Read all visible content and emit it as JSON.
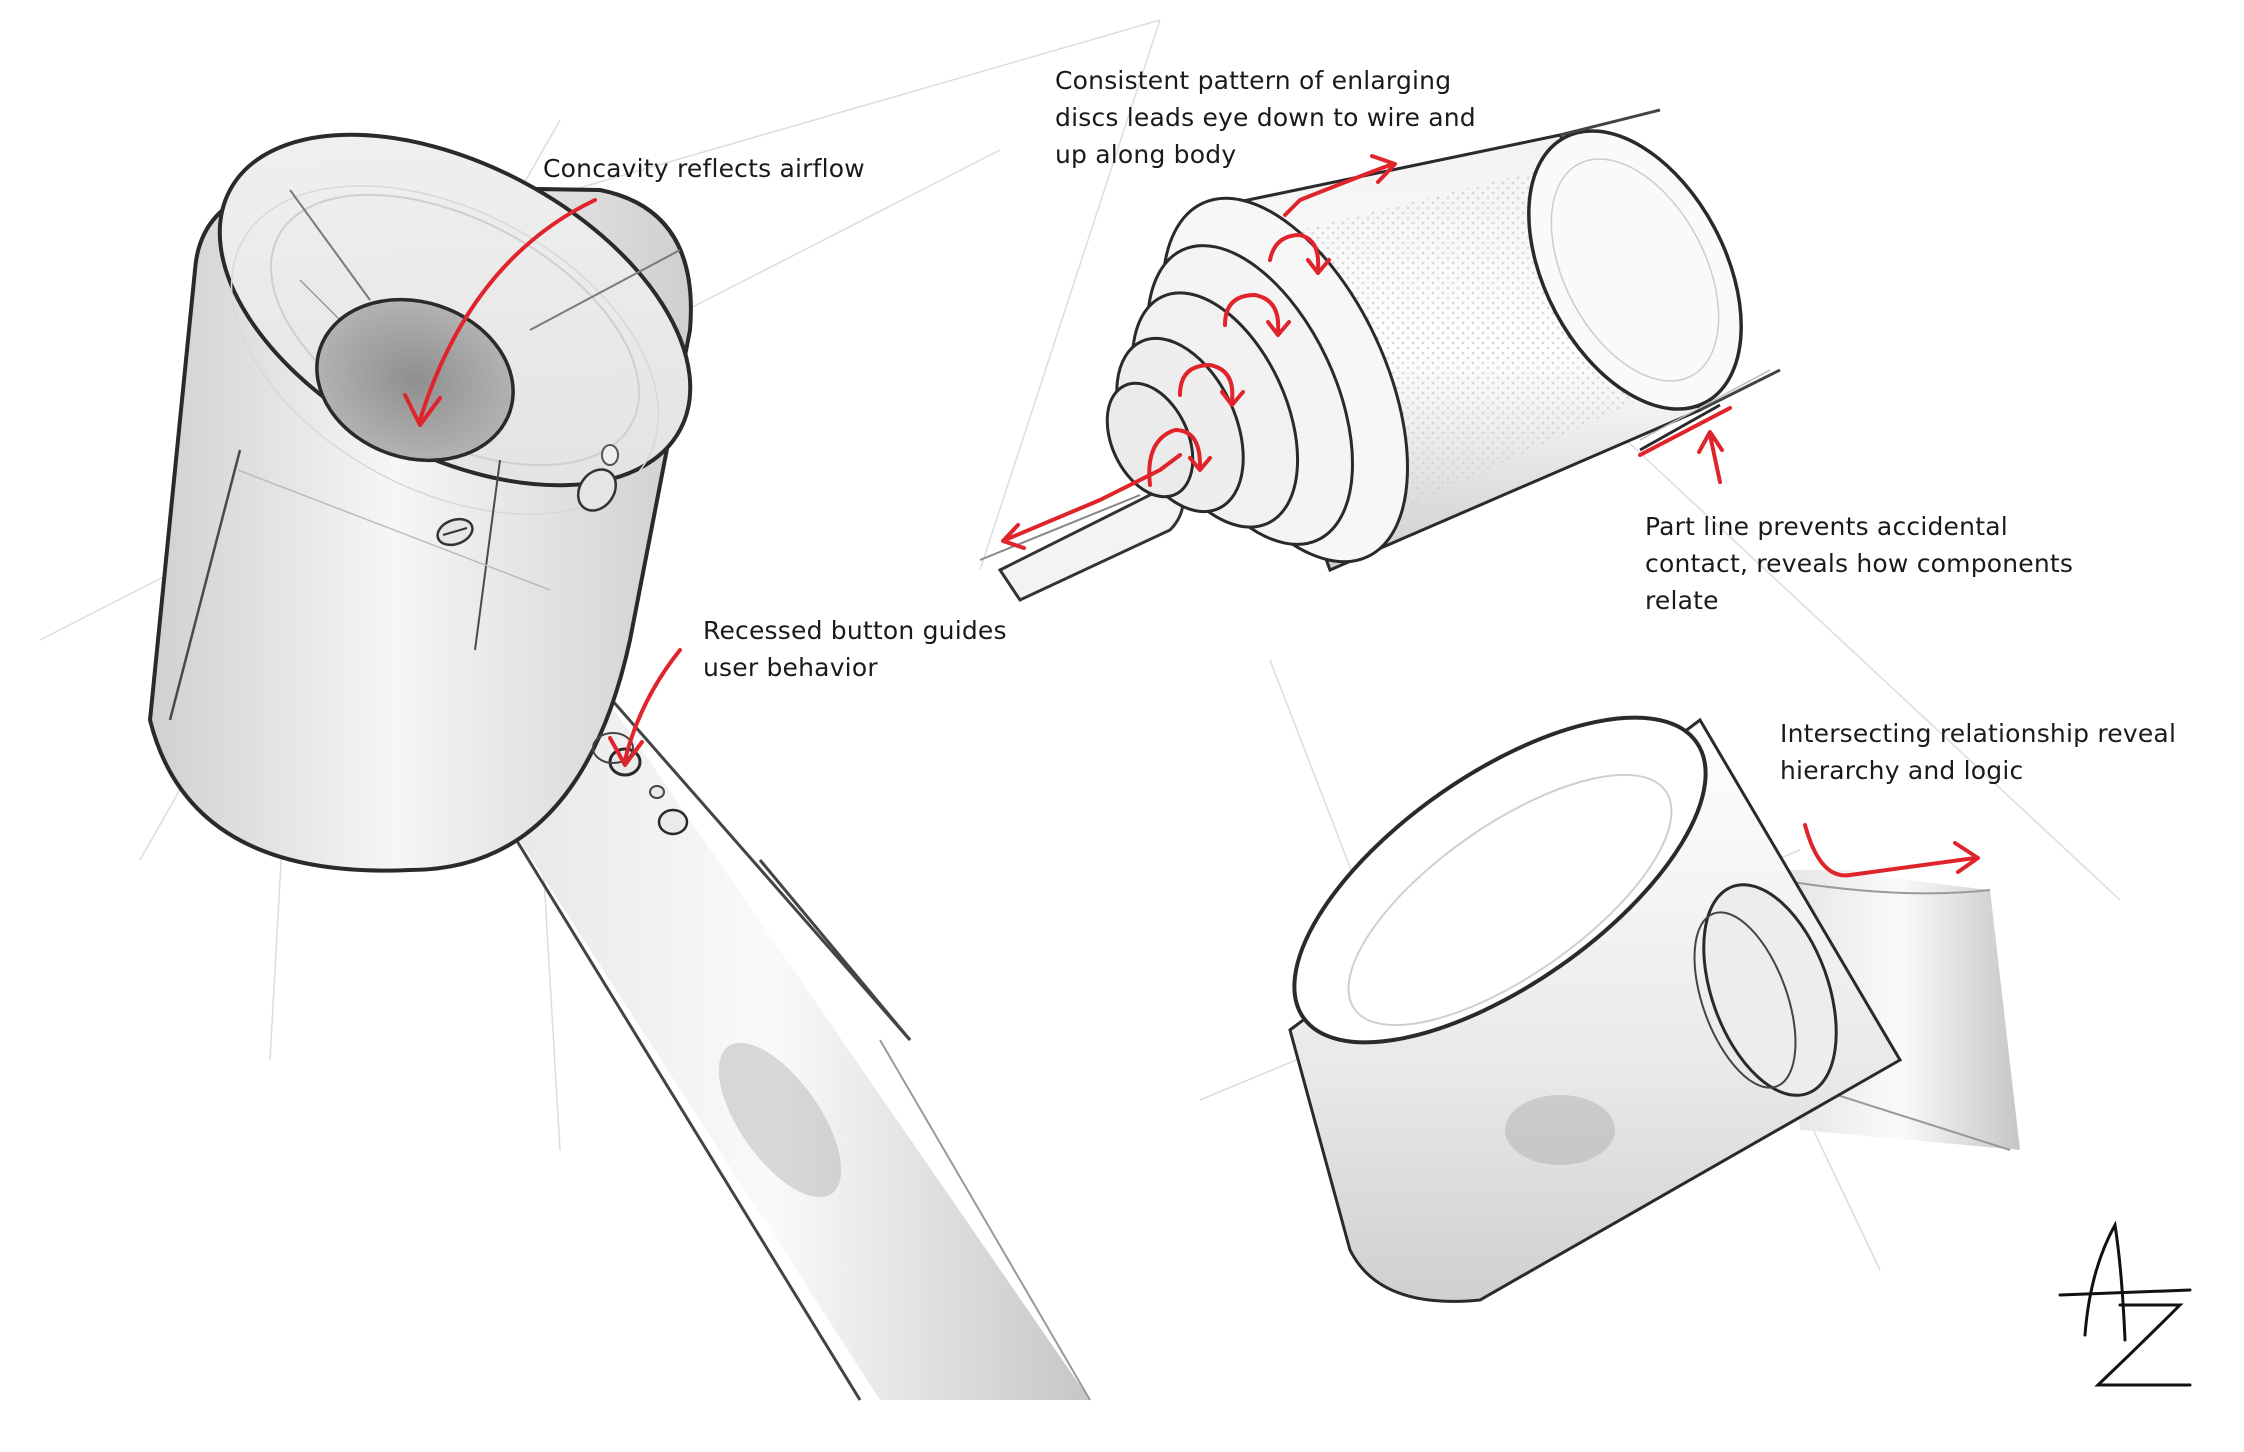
{
  "annotations": {
    "concavity": "Concavity reflects airflow",
    "discs": "Consistent pattern of enlarging\ndiscs leads eye down to wire and\nup along body",
    "part_line": "Part line prevents accidental\ncontact, reveals how components\nrelate",
    "recessed": "Recessed button guides\nuser behavior",
    "intersect": "Intersecting relationship reveal\nhierarchy and logic"
  },
  "signature": "AZ",
  "colors": {
    "ink": "#2a2a2a",
    "guide": "#c9c9c9",
    "arrow": "#e0242b",
    "shade": "#bdbdbd"
  }
}
